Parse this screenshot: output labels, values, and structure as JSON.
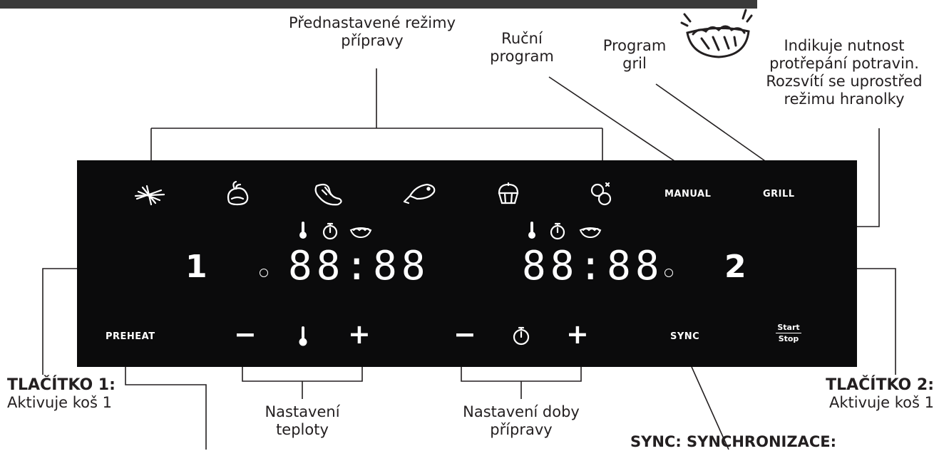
{
  "callouts": {
    "preset_modes": "Přednastavené režimy přípravy",
    "manual_program": "Ruční program",
    "grill_program": "Program gril",
    "shake_indicator": "Indikuje nutnost protřepání potravin. Rozsvítí se uprostřed režimu hranolky",
    "button1_title": "TLAČÍTKO 1:",
    "button1_desc": "Aktivuje koš 1",
    "button2_title": "TLAČÍTKO 2:",
    "button2_desc": "Aktivuje koš 1",
    "temperature_setting": "Nastavení teploty",
    "time_setting": "Nastavení doby přípravy",
    "sync_title": "SYNC",
    "sync_desc": ": SYNCHRONIZACE:"
  },
  "panel": {
    "manual_label": "MANUAL",
    "grill_label": "GRILL",
    "basket1_number": "1",
    "basket2_number": "2",
    "display1": "88:88",
    "display2": "88:88",
    "preheat_label": "PREHEAT",
    "minus": "−",
    "plus": "+",
    "sync_label": "SYNC",
    "start_label": "Start",
    "stop_label": "Stop",
    "icons": [
      "fries-icon",
      "chicken-icon",
      "steak-icon",
      "fish-icon",
      "cake-icon",
      "vegetables-icon",
      "thermometer-icon",
      "timer-icon",
      "shake-icon",
      "shaking-basket-icon"
    ]
  },
  "colors": {
    "panel": "#0b0b0c",
    "text": "#231f20",
    "panel_text": "#ffffff",
    "top_bar": "#3a3a3a"
  }
}
